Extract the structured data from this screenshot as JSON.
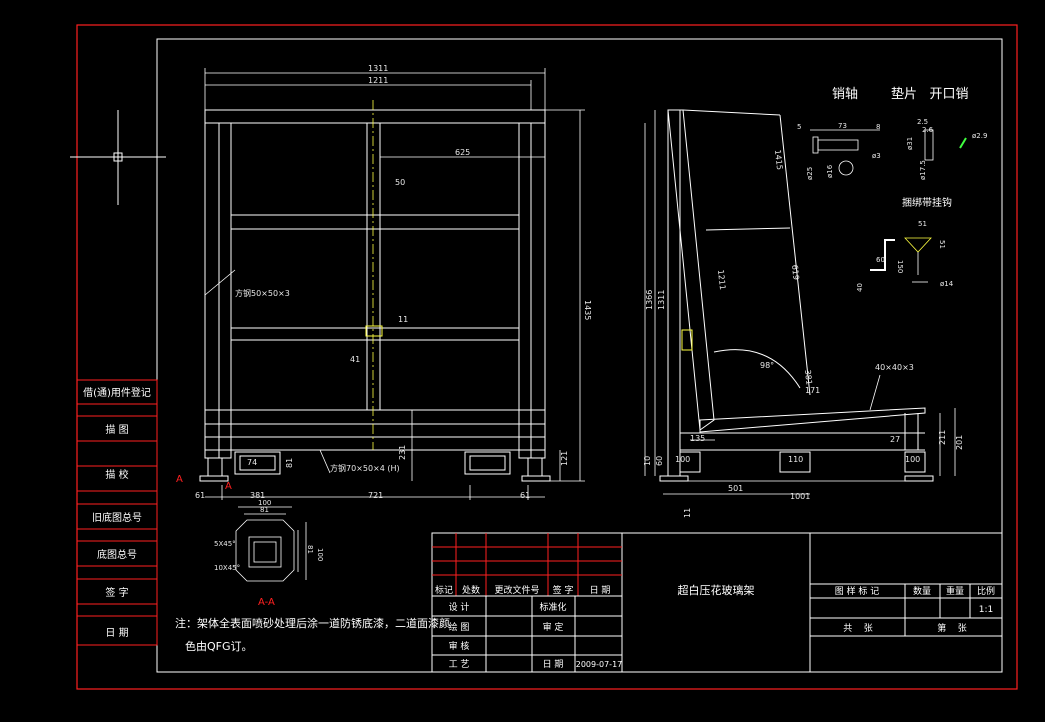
{
  "colors": {
    "background": "#000000",
    "frame": "#ff2020",
    "line": "#ffffff",
    "dim": "#e8e8e8",
    "accent": "#ffff40",
    "green": "#40ff40",
    "magenta": "#ff40ff",
    "cyan": "#40ffff"
  },
  "left_panel": {
    "labels": [
      "借(通)用件登记",
      "描 图",
      "描 校",
      "旧底图总号",
      "底图总号",
      "签 字",
      "日 期"
    ]
  },
  "front_view": {
    "dims": {
      "overall_width": "1311",
      "inner_width": "1211",
      "half_span": "625",
      "post": "50",
      "height": "1435",
      "upper": "11",
      "lower": "41",
      "base_height": "231",
      "foot_height": "121",
      "bottom_left": "61",
      "bottom_mid": "381",
      "bottom_main": "721",
      "bottom_right": "61",
      "base_slot": "74",
      "base_slot_h": "81"
    },
    "notes": {
      "tube_upper": "方钢50×50×3",
      "tube_base": "方钢70×50×4 (H)"
    }
  },
  "side_view": {
    "title": "销轴        垫片   开口销",
    "dims": {
      "d_5": "5",
      "d_73": "73",
      "d_8": "8",
      "d_25": "2.5",
      "d_26": "2.6",
      "d_31": "ø31",
      "d_3": "ø3",
      "d_16": "ø16",
      "d_25b": "ø25",
      "d_175": "ø17.5",
      "top_1": "1415",
      "mid_1": "1211",
      "mid_2": "619",
      "height_a": "1366",
      "height_b": "1311",
      "angle": "98°",
      "base_slope": "381",
      "d_171": "171",
      "d_thick": "40×40×3",
      "d_135": "135",
      "d_100": "100",
      "d_110": "110",
      "d_100b": "100",
      "d_501": "501",
      "d_1001": "1001",
      "d_11": "11",
      "d_27": "27",
      "d_201": "201",
      "d_211": "211",
      "d_10": "10",
      "d_60": "60"
    },
    "strap_title": "捆绑带挂钩",
    "strap_dims": {
      "w51": "51",
      "h51": "51",
      "d60": "60",
      "d150": "150",
      "d40": "40",
      "d14": "ø14"
    }
  },
  "section": {
    "title": "A-A",
    "dims": {
      "w100": "100",
      "w81": "81",
      "h100": "100",
      "h81": "81",
      "chamfer1": "5X45°",
      "chamfer2": "10X45°"
    },
    "marker": "A"
  },
  "note": {
    "line1": "注：架体全表面喷砂处理后涂一道防锈底漆，二道面漆颜",
    "line2": "色由QFG订。"
  },
  "title_block": {
    "rev_headers": [
      "标记",
      "处数",
      "更改文件号",
      "签 字",
      "日 期"
    ],
    "roles": [
      "设 计",
      "标准化",
      "绘 图",
      "审 定",
      "审 核",
      "工 艺",
      "日 期"
    ],
    "date": "2009-07-17",
    "drawing_name": "超白压花玻璃架",
    "right_headers": [
      "图 样 标 记",
      "数量",
      "重量",
      "比例"
    ],
    "scale": "1:1",
    "total": "共    张",
    "sheet": "第    张"
  }
}
